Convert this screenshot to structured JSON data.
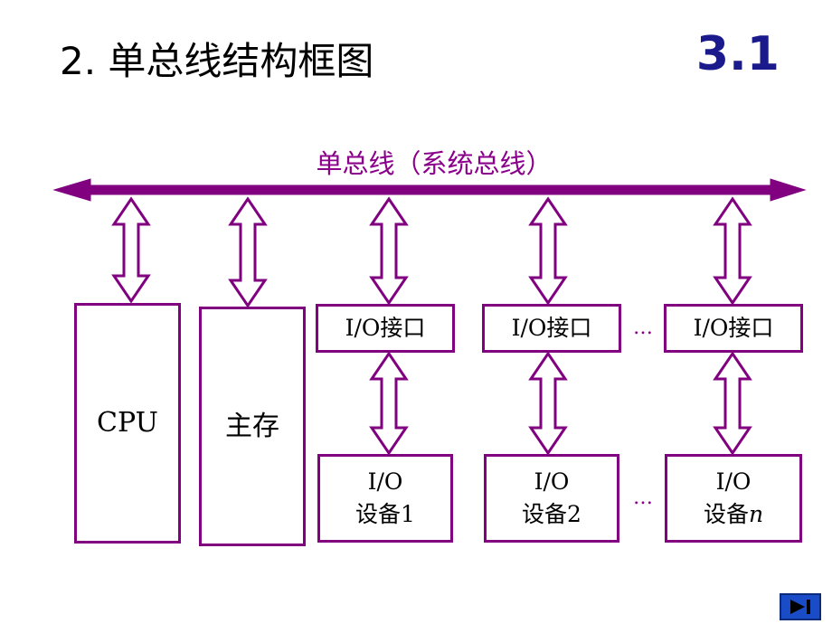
{
  "title": "2. 单总线结构框图",
  "section_number": "3.1",
  "bus_label": "单总线（系统总线）",
  "colors": {
    "bus": "#800080",
    "accent": "#8b008b",
    "section": "#1a1a8c",
    "nav_button": "#1a4cc8"
  },
  "cpu": {
    "label": "CPU"
  },
  "memory": {
    "label": "主存"
  },
  "io_interfaces": [
    {
      "label": "I/O接口"
    },
    {
      "label": "I/O接口"
    },
    {
      "label": "I/O接口"
    }
  ],
  "io_devices": [
    {
      "line1": "I/O",
      "line2_text": "设备",
      "line2_suffix": "1"
    },
    {
      "line1": "I/O",
      "line2_text": "设备",
      "line2_suffix": "2"
    },
    {
      "line1": "I/O",
      "line2_text": "设备",
      "line2_suffix": "n"
    }
  ],
  "ellipsis": "…",
  "nav": {
    "icon": "next-end-icon"
  }
}
